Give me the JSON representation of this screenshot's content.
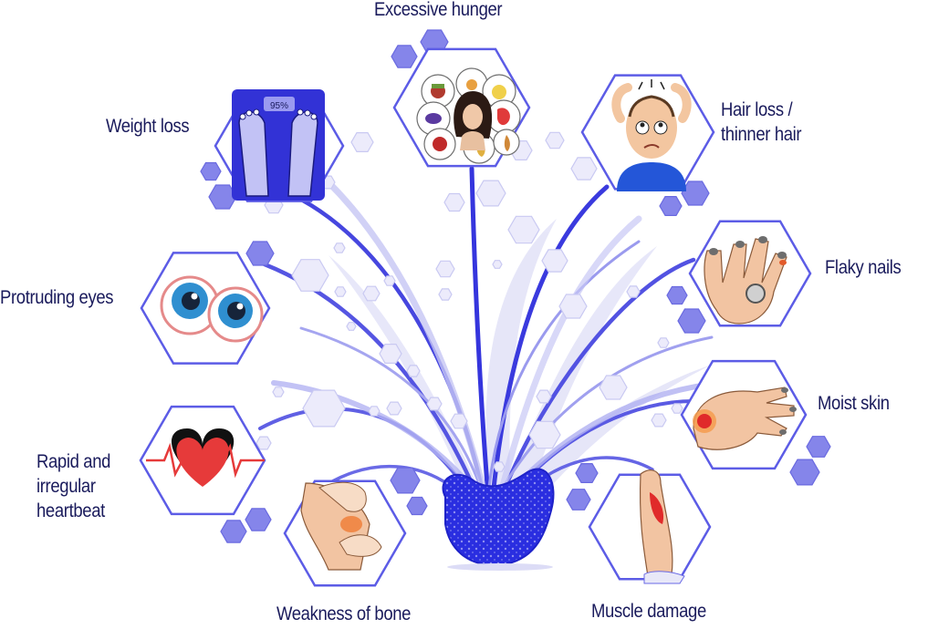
{
  "colors": {
    "text": "#1a1b5c",
    "hex_border": "#5c5ce6",
    "accent": "#7070e8",
    "accent_light": "#c5c5f2",
    "vase": "#2a2ee0"
  },
  "symptoms": [
    {
      "id": "excessive-hunger",
      "lines": [
        "Excessive hunger"
      ],
      "icon": "thought-bubbles-food-icon"
    },
    {
      "id": "weight-loss",
      "lines": [
        "Weight loss"
      ],
      "icon": "bathroom-scale-icon",
      "scale_reading": "95%"
    },
    {
      "id": "hair-loss",
      "lines": [
        "Hair loss /",
        "thinner hair"
      ],
      "icon": "balding-man-icon"
    },
    {
      "id": "protruding-eyes",
      "lines": [
        "Protruding eyes"
      ],
      "icon": "bulging-eyes-icon"
    },
    {
      "id": "flaky-nails",
      "lines": [
        "Flaky nails"
      ],
      "icon": "hand-nails-icon"
    },
    {
      "id": "rapid-heartbeat",
      "lines": [
        "Rapid and",
        "irregular",
        "heartbeat"
      ],
      "icon": "heart-pulse-icon"
    },
    {
      "id": "moist-skin",
      "lines": [
        "Moist skin"
      ],
      "icon": "hand-skin-icon"
    },
    {
      "id": "weakness-of-bone",
      "lines": [
        "Weakness of bone"
      ],
      "icon": "knee-pain-icon"
    },
    {
      "id": "muscle-damage",
      "lines": [
        "Muscle damage"
      ],
      "icon": "leg-muscle-icon"
    }
  ]
}
